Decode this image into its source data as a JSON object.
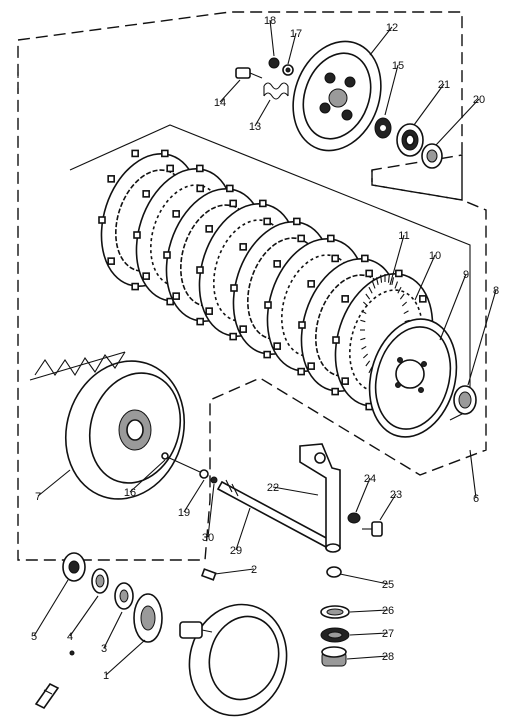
{
  "diagram": {
    "parts": [
      {
        "key": "p1",
        "label": "1"
      },
      {
        "key": "p2",
        "label": "2"
      },
      {
        "key": "p3",
        "label": "3"
      },
      {
        "key": "p4",
        "label": "4"
      },
      {
        "key": "p5",
        "label": "5"
      },
      {
        "key": "p6",
        "label": "6"
      },
      {
        "key": "p7",
        "label": "7"
      },
      {
        "key": "p8",
        "label": "8"
      },
      {
        "key": "p9",
        "label": "9"
      },
      {
        "key": "p10",
        "label": "10"
      },
      {
        "key": "p11",
        "label": "11"
      },
      {
        "key": "p12",
        "label": "12"
      },
      {
        "key": "p13",
        "label": "13"
      },
      {
        "key": "p14",
        "label": "14"
      },
      {
        "key": "p15",
        "label": "15"
      },
      {
        "key": "p16",
        "label": "16"
      },
      {
        "key": "p17",
        "label": "17"
      },
      {
        "key": "p18",
        "label": "18"
      },
      {
        "key": "p19",
        "label": "19"
      },
      {
        "key": "p20",
        "label": "20"
      },
      {
        "key": "p21",
        "label": "21"
      },
      {
        "key": "p22",
        "label": "22"
      },
      {
        "key": "p23",
        "label": "23"
      },
      {
        "key": "p24",
        "label": "24"
      },
      {
        "key": "p25",
        "label": "25"
      },
      {
        "key": "p26",
        "label": "26"
      },
      {
        "key": "p27",
        "label": "27"
      },
      {
        "key": "p28",
        "label": "28"
      },
      {
        "key": "p29",
        "label": "29"
      },
      {
        "key": "p30",
        "label": "30"
      }
    ]
  }
}
